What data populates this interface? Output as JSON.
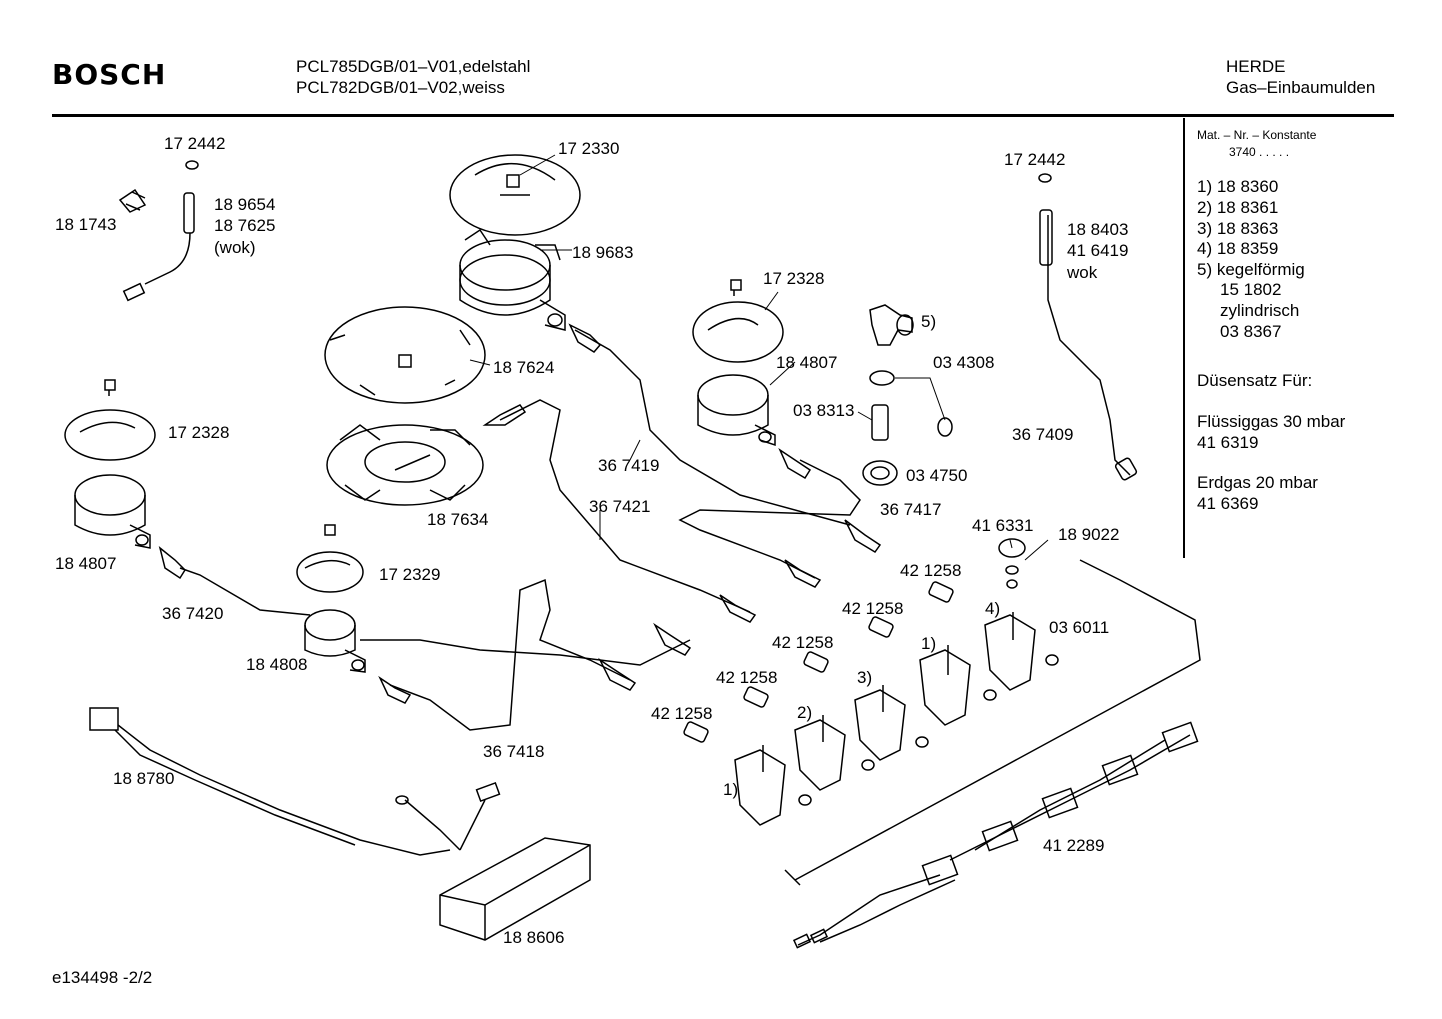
{
  "header": {
    "brand": "BOSCH",
    "model_line_1": "PCL785DGB/01–V01,edelstahl",
    "model_line_2": "PCL782DGB/01–V02,weiss",
    "category_line_1": "HERDE",
    "category_line_2": "Gas–Einbaumulden"
  },
  "part_labels": {
    "p172442_left": "17 2442",
    "p181743": "18 1743",
    "p189654": "18 9654",
    "p187625": "18 7625",
    "wok_paren": "(wok)",
    "p172330": "17 2330",
    "p189683": "18 9683",
    "p172328_mid": "17 2328",
    "p184807_mid": "18 4807",
    "p187624": "18 7624",
    "p172328_left": "17 2328",
    "p187634": "18 7634",
    "p184807_left": "18 4807",
    "p172329": "17 2329",
    "p367420": "36 7420",
    "p184808": "18 4808",
    "p367419": "36 7419",
    "p367421": "36 7421",
    "p367418": "36 7418",
    "p188780": "18 8780",
    "p188606": "18 8606",
    "p172442_right": "17 2442",
    "p188403": "18 8403",
    "p416419": "41 6419",
    "wok": "wok",
    "note5": "5)",
    "p034308": "03 4308",
    "p038313": "03 8313",
    "p367409": "36 7409",
    "p034750": "03 4750",
    "p367417": "36 7417",
    "p416331": "41 6331",
    "p189022": "18 9022",
    "p421258_a": "42 1258",
    "p421258_b": "42 1258",
    "p421258_c": "42 1258",
    "p421258_d": "42 1258",
    "p421258_e": "42 1258",
    "p036011": "03 6011",
    "note4": "4)",
    "note1_top": "1)",
    "note3": "3)",
    "note2": "2)",
    "note1_bottom": "1)",
    "p412289": "41 2289"
  },
  "sidebar": {
    "mat_header": "Mat. – Nr. – Konstante",
    "mat_value": "3740  .   .   .   .   .",
    "items": [
      "1)  18 8360",
      "2)  18 8361",
      "3)  18 8363",
      "4)  18 8359",
      "5)  kegelförmig",
      "15 1802",
      "zylindrisch",
      "03 8367"
    ],
    "duesensatz": "Düsensatz Für:",
    "fluessiggas": "Flüssiggas 30 mbar",
    "fluessiggas_nr": "41 6319",
    "erdgas": "Erdgas 20 mbar",
    "erdgas_nr": "41 6369"
  },
  "footer": {
    "ref": "e134498  -2/2"
  }
}
